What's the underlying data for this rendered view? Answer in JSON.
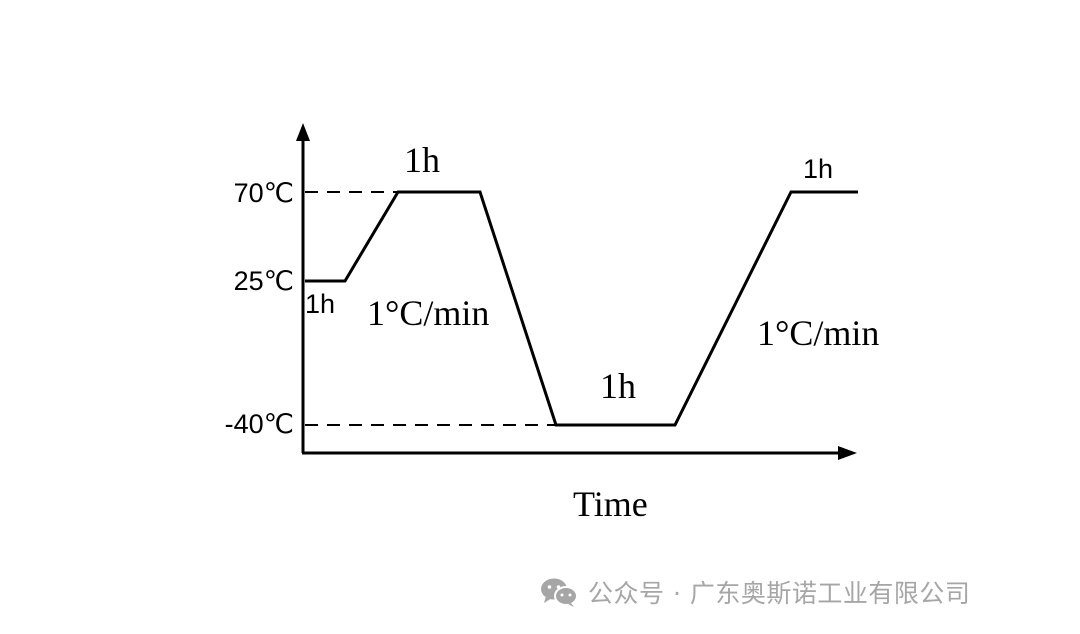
{
  "diagram": {
    "temperatures": {
      "high": "70℃",
      "ambient": "25℃",
      "low": "-40℃"
    },
    "durations": {
      "initial": "1h",
      "high_dwell": "1h",
      "low_dwell": "1h",
      "final_dwell": "1h"
    },
    "rates": {
      "cooling": "1°C/min",
      "heating": "1°C/min"
    },
    "x_axis_label": "Time",
    "profile": [
      {
        "time_h": 0,
        "temp_c": 25
      },
      {
        "time_h": 1,
        "temp_c": 25
      },
      {
        "time_h": 1.75,
        "temp_c": 70
      },
      {
        "time_h": 2.75,
        "temp_c": 70
      },
      {
        "time_h": 4.58,
        "temp_c": -40
      },
      {
        "time_h": 5.58,
        "temp_c": -40
      },
      {
        "time_h": 7.42,
        "temp_c": 70
      },
      {
        "time_h": 8.42,
        "temp_c": 70
      }
    ]
  },
  "watermark": {
    "text": "公众号 · 广东奥斯诺工业有限公司",
    "icon": "wechat-icon",
    "color": "#a6a6a6"
  }
}
